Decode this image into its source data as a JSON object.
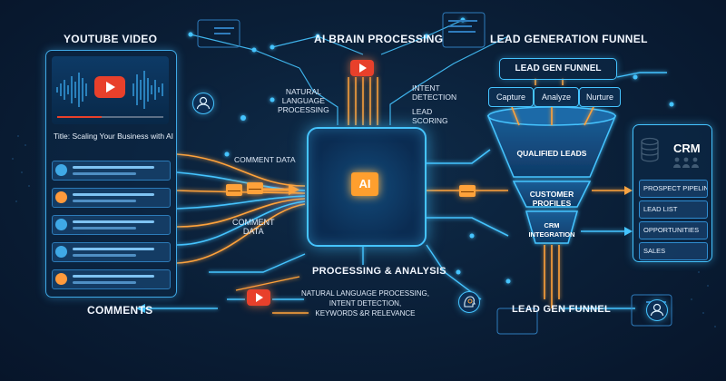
{
  "headings": {
    "youtube_video": "YOUTUBE VIDEO",
    "ai_brain": "AI BRAIN PROCESSING",
    "lead_gen_funnel": "LEAD GENERATION FUNNEL",
    "comments": "COMMENTS",
    "processing": "PROCESSING & ANALYSIS",
    "lead_gen_funnel_bottom": "LEAD GEN FUNNEL"
  },
  "youtube": {
    "video_title": "Title: Scaling Your Business with AI",
    "progress": 0.42,
    "comment_count": 5
  },
  "labels": {
    "nlp": "NATURAL\nLANGUAGE\nPROCESSING",
    "intent": "INTENT\nDETECTION",
    "scoring": "LEAD\nSCORING",
    "comment_data_top": "COMMENT DATA",
    "comment_data_bottom": "COMMENT\nDATA",
    "ai_chip": "AI",
    "processing_desc": "NATURAL LANGUAGE PROCESSING,\nINTENT DETECTION,\nKEYWORDS &R RELEVANCE"
  },
  "funnel": {
    "title": "LEAD GEN FUNNEL",
    "stages": [
      "Capture",
      "Analyze",
      "Nurture"
    ],
    "levels": [
      "QUALIFIED LEADS",
      "CUSTOMER PROFILES",
      "CRM\nINTEGRATION"
    ]
  },
  "crm": {
    "title": "CRM",
    "items": [
      "PROSPECT PIPELINE",
      "LEAD LIST",
      "OPPORTUNITIES",
      "SALES"
    ]
  },
  "icons": [
    "youtube-play-icon",
    "user-icon",
    "email-icon",
    "brain-icon",
    "database-icon",
    "users-icon",
    "head-gear-icon"
  ],
  "colors": {
    "accent_cyan": "#45c4ff",
    "accent_orange": "#ffa23a",
    "youtube_red": "#e8402b",
    "background": "#0a1e36"
  }
}
